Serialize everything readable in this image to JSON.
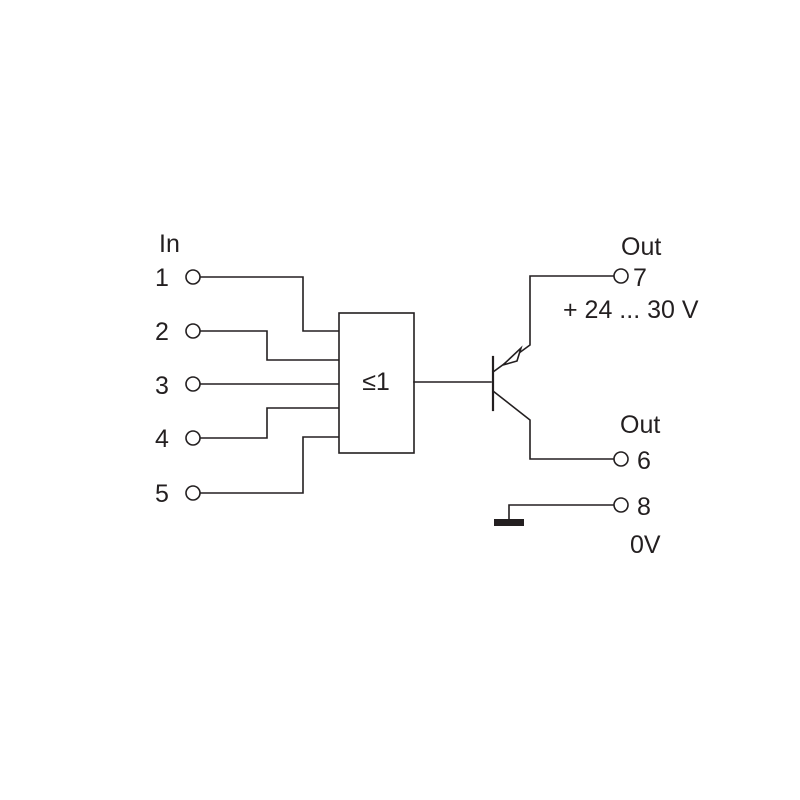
{
  "inputs": {
    "header": "In",
    "pins": [
      "1",
      "2",
      "3",
      "4",
      "5"
    ]
  },
  "gate": {
    "symbol": "≤1"
  },
  "outputs": {
    "out7": {
      "header": "Out",
      "pin": "7",
      "voltage": "+ 24 ... 30 V"
    },
    "out6": {
      "header": "Out",
      "pin": "6"
    },
    "gnd": {
      "pin": "8",
      "label": "0V"
    }
  },
  "colors": {
    "line": "#231f20",
    "background": "#ffffff"
  }
}
